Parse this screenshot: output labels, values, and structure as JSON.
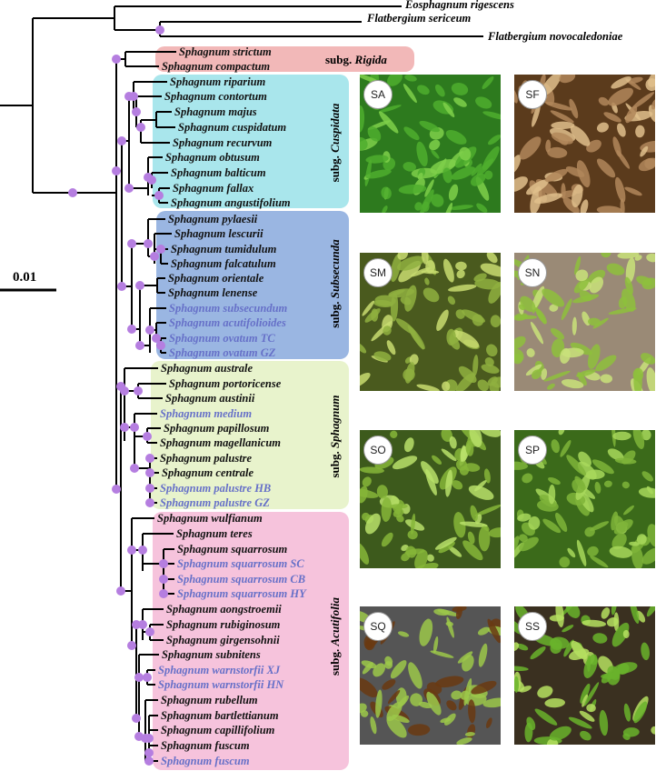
{
  "outgroups": [
    "Eosphagnum rigescens",
    "Flatbergium sericeum",
    "Flatbergium novocaledoniae"
  ],
  "scale_bar": "0.01",
  "colors": {
    "node": "#b57ee0",
    "black_taxon": "#111111",
    "blue_taxon": "#6670c8",
    "rigida": "#f2b8b8",
    "cuspidata": "#a9e6ec",
    "subsecunda": "#9ab6e2",
    "sphagnum": "#e8f3cc",
    "acutifolia": "#f6c3dc"
  },
  "subgenera": {
    "rigida": {
      "prefix": "subg. ",
      "name": "Rigida"
    },
    "cuspidata": {
      "prefix": "subg. ",
      "name": "Cuspidata"
    },
    "subsecunda": {
      "prefix": "subg. ",
      "name": "Subsecunda"
    },
    "sphagnum": {
      "prefix": "subg. ",
      "name": "Sphagnum"
    },
    "acutifolia": {
      "prefix": "subg. ",
      "name": "Acutifolia"
    }
  },
  "taxa": [
    {
      "name": "Sphagnum strictum",
      "blue": false
    },
    {
      "name": "Sphagnum compactum",
      "blue": false
    },
    {
      "name": "Sphagnum riparium",
      "blue": false
    },
    {
      "name": "Sphagnum contortum",
      "blue": false
    },
    {
      "name": "Sphagnum majus",
      "blue": false
    },
    {
      "name": "Sphagnum cuspidatum",
      "blue": false
    },
    {
      "name": "Sphagnum recurvum",
      "blue": false
    },
    {
      "name": "Sphagnum obtusum",
      "blue": false
    },
    {
      "name": "Sphagnum balticum",
      "blue": false
    },
    {
      "name": "Sphagnum fallax",
      "blue": false
    },
    {
      "name": "Sphagnum angustifolium",
      "blue": false
    },
    {
      "name": "Sphagnum pylaesii",
      "blue": false
    },
    {
      "name": "Sphagnum lescurii",
      "blue": false
    },
    {
      "name": "Sphagnum tumidulum",
      "blue": false
    },
    {
      "name": "Sphagnum falcatulum",
      "blue": false
    },
    {
      "name": "Sphagnum orientale",
      "blue": false
    },
    {
      "name": "Sphagnum lenense",
      "blue": false
    },
    {
      "name": "Sphagnum subsecundum",
      "blue": true
    },
    {
      "name": "Sphagnum acutifolioides",
      "blue": true
    },
    {
      "name": "Sphagnum ovatum TC",
      "blue": true
    },
    {
      "name": "Sphagnum ovatum GZ",
      "blue": true
    },
    {
      "name": "Sphagnum australe",
      "blue": false
    },
    {
      "name": "Sphagnum portoricense",
      "blue": false
    },
    {
      "name": "Sphagnum austinii",
      "blue": false
    },
    {
      "name": "Sphagnum medium",
      "blue": true
    },
    {
      "name": "Sphagnum papillosum",
      "blue": false
    },
    {
      "name": "Sphagnum magellanicum",
      "blue": false
    },
    {
      "name": "Sphagnum palustre",
      "blue": false
    },
    {
      "name": "Sphagnum centrale",
      "blue": false
    },
    {
      "name": "Sphagnum palustre HB",
      "blue": true
    },
    {
      "name": "Sphagnum palustre GZ",
      "blue": true
    },
    {
      "name": "Sphagnum wulfianum",
      "blue": false
    },
    {
      "name": "Sphagnum teres",
      "blue": false
    },
    {
      "name": "Sphagnum squarrosum",
      "blue": false
    },
    {
      "name": "Sphagnum squarrosum SC",
      "blue": true
    },
    {
      "name": "Sphagnum squarrosum CB",
      "blue": true
    },
    {
      "name": "Sphagnum squarrosum HY",
      "blue": true
    },
    {
      "name": "Sphagnum aongstroemii",
      "blue": false
    },
    {
      "name": "Sphagnum rubiginosum",
      "blue": false
    },
    {
      "name": "Sphagnum girgensohnii",
      "blue": false
    },
    {
      "name": "Sphagnum subnitens",
      "blue": false
    },
    {
      "name": "Sphagnum warnstorfii XJ",
      "blue": true
    },
    {
      "name": "Sphagnum warnstorfii HN",
      "blue": true
    },
    {
      "name": "Sphagnum rubellum",
      "blue": false
    },
    {
      "name": "Sphagnum bartlettianum",
      "blue": false
    },
    {
      "name": "Sphagnum capillifolium",
      "blue": false
    },
    {
      "name": "Sphagnum fuscum",
      "blue": false
    },
    {
      "name": "Sphagnum fuscum",
      "blue": true
    }
  ],
  "photos": [
    {
      "label": "SA",
      "palette": [
        "#2d7a1e",
        "#4fae2e",
        "#7fd04a"
      ]
    },
    {
      "label": "SF",
      "palette": [
        "#5b3b1c",
        "#b2875a",
        "#e1c08c"
      ]
    },
    {
      "label": "SM",
      "palette": [
        "#4a5a1e",
        "#8fb040",
        "#c8dc70"
      ]
    },
    {
      "label": "SN",
      "palette": [
        "#9a8a76",
        "#8ebf3c",
        "#c9e27a"
      ]
    },
    {
      "label": "SO",
      "palette": [
        "#3d5a1c",
        "#86b638",
        "#b8e06a"
      ]
    },
    {
      "label": "SP",
      "palette": [
        "#3b6a1a",
        "#7fb43a",
        "#a8d85c"
      ]
    },
    {
      "label": "SQ",
      "palette": [
        "#555555",
        "#9cc84a",
        "#6a3a12"
      ]
    },
    {
      "label": "SS",
      "palette": [
        "#3a3020",
        "#6ab32c",
        "#b6e060"
      ]
    }
  ]
}
